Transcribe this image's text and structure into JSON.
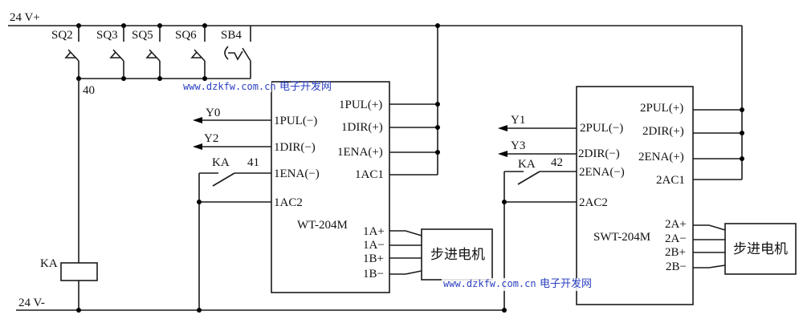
{
  "diagram": {
    "rails": {
      "positive": "24 V+",
      "negative": "24 V-"
    },
    "switches": [
      {
        "label": "SQ2",
        "type": "limit-switch"
      },
      {
        "label": "SQ3",
        "type": "limit-switch"
      },
      {
        "label": "SQ5",
        "type": "limit-switch"
      },
      {
        "label": "SQ6",
        "type": "limit-switch"
      },
      {
        "label": "SB4",
        "type": "push-button"
      }
    ],
    "node_labels": {
      "n40": "40",
      "n41": "41",
      "n42": "42"
    },
    "relay_coil": "KA",
    "relay_contact_1": "KA",
    "relay_contact_2": "KA",
    "driver1": {
      "model": "WT-204M",
      "left_pins": [
        "1PUL(−)",
        "1DIR(−)",
        "1ENA(−)",
        "1AC2"
      ],
      "right_pins": [
        "1PUL(+)",
        "1DIR(+)",
        "1ENA(+)",
        "1AC1"
      ],
      "motor_pins": [
        "1A+",
        "1A−",
        "1B+",
        "1B−"
      ],
      "signals": [
        "Y0",
        "Y2"
      ]
    },
    "driver2": {
      "model": "SWT-204M",
      "left_pins": [
        "2PUL(−)",
        "2DIR(−)",
        "2ENA(−)",
        "2AC2"
      ],
      "right_pins": [
        "2PUL(+)",
        "2DIR(+)",
        "2ENA(+)",
        "2AC1"
      ],
      "motor_pins": [
        "2A+",
        "2A−",
        "2B+",
        "2B−"
      ],
      "signals": [
        "Y1",
        "Y3"
      ]
    },
    "motor1": "步进电机",
    "motor2": "步进电机",
    "watermark": {
      "url": "www.dzkfw.com.cn",
      "site": "电子开发网"
    }
  }
}
